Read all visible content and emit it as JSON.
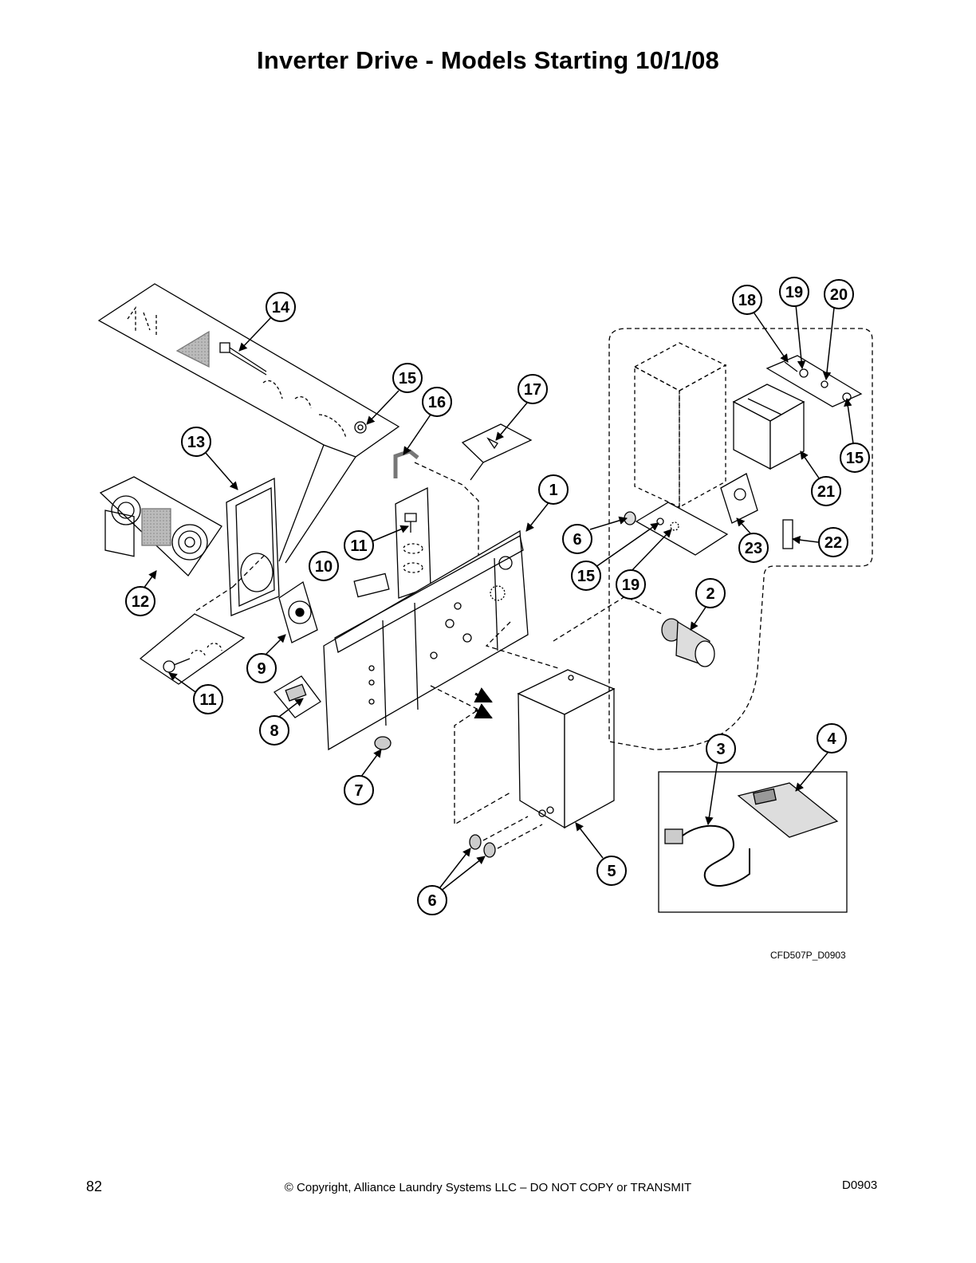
{
  "title": "Inverter Drive - Models Starting 10/1/08",
  "drawing_ref": "CFD507P_D0903",
  "footer": {
    "page_number": "82",
    "copyright": "© Copyright, Alliance Laundry Systems LLC – DO NOT COPY or TRANSMIT",
    "doc_code": "D0903"
  },
  "callouts": [
    {
      "id": "c14",
      "label": "14"
    },
    {
      "id": "c15a",
      "label": "15"
    },
    {
      "id": "c16",
      "label": "16"
    },
    {
      "id": "c17",
      "label": "17"
    },
    {
      "id": "c13",
      "label": "13"
    },
    {
      "id": "c12",
      "label": "12"
    },
    {
      "id": "c11a",
      "label": "11"
    },
    {
      "id": "c10",
      "label": "10"
    },
    {
      "id": "c1",
      "label": "1"
    },
    {
      "id": "c9",
      "label": "9"
    },
    {
      "id": "c11b",
      "label": "11"
    },
    {
      "id": "c8",
      "label": "8"
    },
    {
      "id": "c7",
      "label": "7"
    },
    {
      "id": "c18",
      "label": "18"
    },
    {
      "id": "c19a",
      "label": "19"
    },
    {
      "id": "c20",
      "label": "20"
    },
    {
      "id": "c15b",
      "label": "15"
    },
    {
      "id": "c21",
      "label": "21"
    },
    {
      "id": "c6a",
      "label": "6"
    },
    {
      "id": "c15c",
      "label": "15"
    },
    {
      "id": "c19b",
      "label": "19"
    },
    {
      "id": "c23",
      "label": "23"
    },
    {
      "id": "c22",
      "label": "22"
    },
    {
      "id": "c2",
      "label": "2"
    },
    {
      "id": "c3",
      "label": "3"
    },
    {
      "id": "c4",
      "label": "4"
    },
    {
      "id": "c5",
      "label": "5"
    },
    {
      "id": "c6b",
      "label": "6"
    }
  ]
}
